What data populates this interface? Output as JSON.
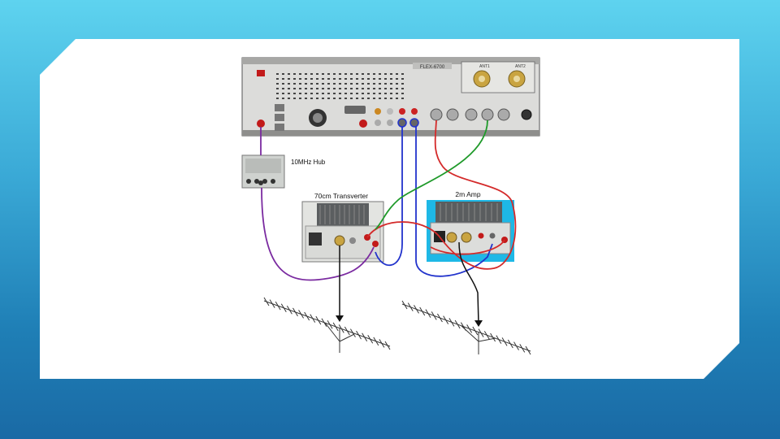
{
  "slide": {
    "colors": {
      "background_top": "#5ed3ef",
      "background_bottom": "#1a6aa5",
      "card": "#ffffff"
    }
  },
  "diagram": {
    "radio": {
      "model_label": "FLEX-6700",
      "ant1_label": "ANT1",
      "ant2_label": "ANT2"
    },
    "hub": {
      "label": "10MHz Hub"
    },
    "transverter": {
      "label": "70cm Transverter"
    },
    "amp": {
      "label": "2m Amp"
    },
    "cable_colors": {
      "ref_10mhz": "#7a2aa0",
      "blue": "#2233cc",
      "red": "#d42a2a",
      "green": "#1f9a2a",
      "black": "#111111"
    }
  }
}
